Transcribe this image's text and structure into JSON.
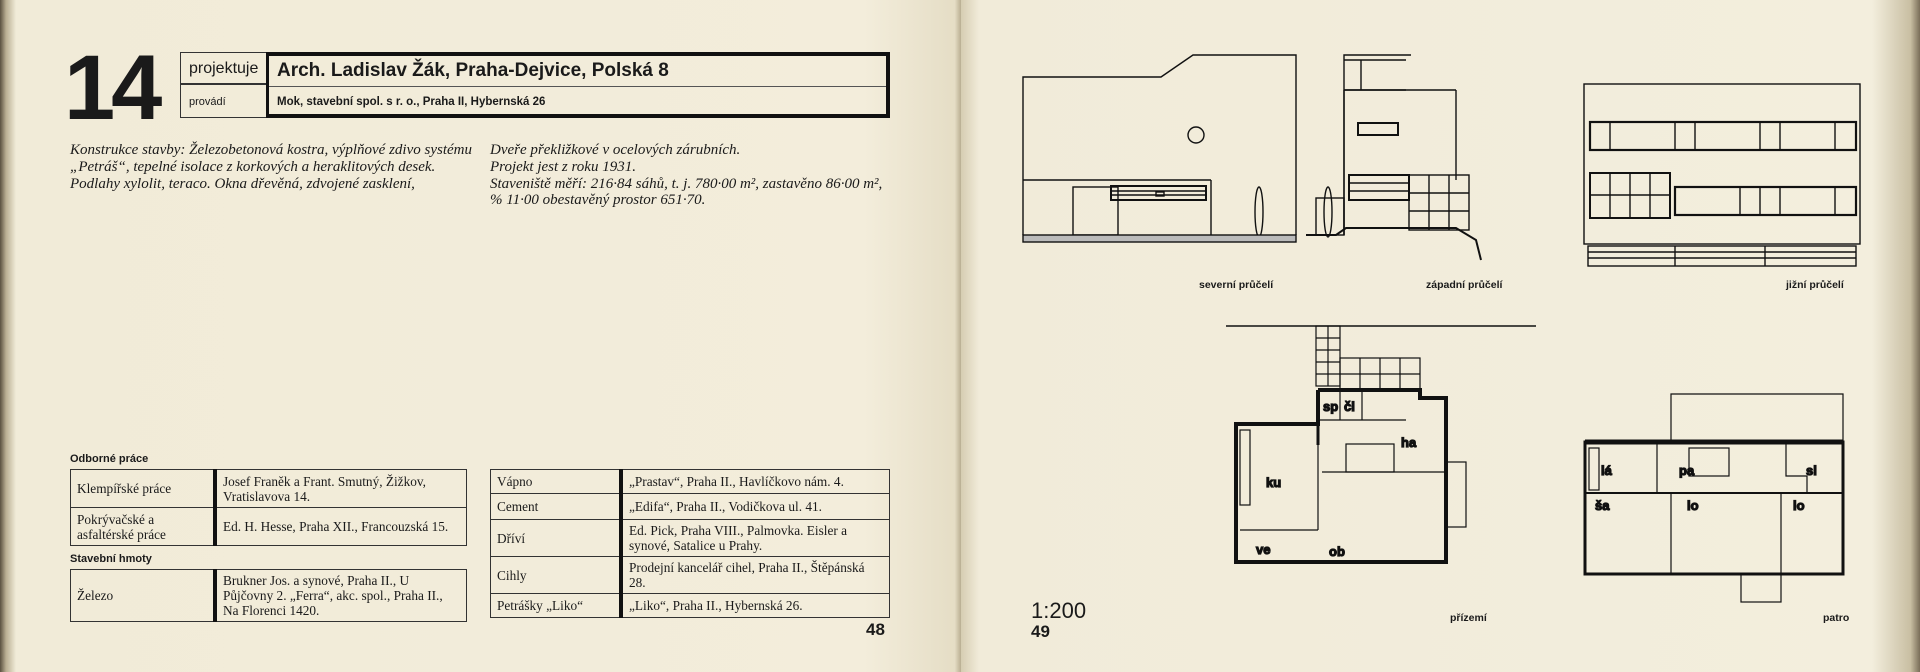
{
  "left_page": {
    "project_number": "14",
    "header": {
      "designer_label": "projektuje",
      "designer": "Arch. Ladislav Žák, Praha-Dejvice, Polská 8",
      "builder_label": "provádí",
      "builder": "Mok, stavební spol. s r. o., Praha II, Hybernská 26"
    },
    "description_left": [
      "Konstrukce stavby: Železobetonová kostra, výplňové zdivo systému „Petráš“, tepelné isolace z korkových a heraklitových desek.",
      "Podlahy xylolit, teraco. Okna dřevěná, zdvojené zasklení,"
    ],
    "description_right": [
      "Dveře překližkové v ocelových zárubních.",
      "Projekt jest z roku 1931.",
      "Staveniště měří: 216·84 sáhů, t. j. 780·00 m², zastavěno 86·00 m², % 11·00 obestavěný prostor 651·70."
    ],
    "trades_heading": "Odborné práce",
    "trades": [
      {
        "trade": "Klempířské práce",
        "contractor": "Josef Franěk a Frant. Smutný, Žižkov, Vratislavova 14."
      },
      {
        "trade": "Pokrývačské a asfaltérské práce",
        "contractor": "Ed. H. Hesse, Praha XII., Francouzská 15."
      }
    ],
    "materials_heading": "Stavební hmoty",
    "materials_left": [
      {
        "material": "Železo",
        "supplier": "Brukner Jos. a synové, Praha II., U Půjčovny 2. „Ferra“, akc. spol., Praha II., Na Florenci 1420."
      }
    ],
    "materials_right": [
      {
        "material": "Vápno",
        "supplier": "„Prastav“, Praha II., Havlíčkovo nám. 4."
      },
      {
        "material": "Cement",
        "supplier": "„Edifa“, Praha II., Vodičkova ul. 41."
      },
      {
        "material": "Dříví",
        "supplier": "Ed. Pick, Praha VIII., Palmovka. Eisler a synové, Satalice u Prahy."
      },
      {
        "material": "Cihly",
        "supplier": "Prodejní kancelář cihel, Praha II., Štěpánská 28."
      },
      {
        "material": "Petrášky „Liko“",
        "supplier": "„Liko“, Praha II., Hybernská 26."
      }
    ],
    "page_number": "48"
  },
  "right_page": {
    "elevations": [
      "severní průčelí",
      "západní průčelí",
      "jižní průčelí"
    ],
    "ground_floor": {
      "caption": "přízemí",
      "rooms": [
        "sp",
        "či",
        "ha",
        "ku",
        "ve",
        "ob"
      ]
    },
    "upper_floor": {
      "caption": "patro",
      "rooms": [
        "lá",
        "pa",
        "sl",
        "ša",
        "lo",
        "lo"
      ]
    },
    "scale": "1:200",
    "page_number": "49"
  }
}
